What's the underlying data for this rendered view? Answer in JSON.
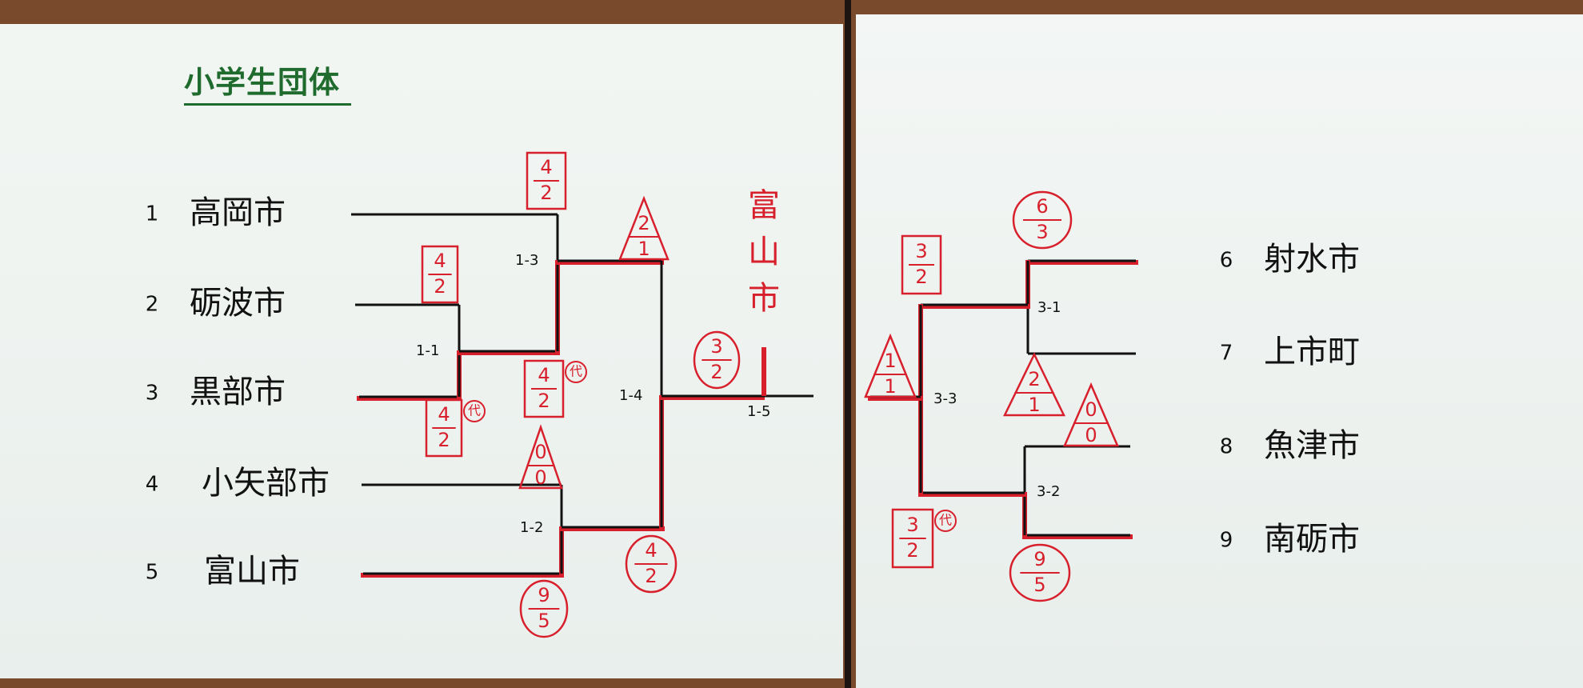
{
  "title": "小学生団体",
  "colors": {
    "line": "#111111",
    "winner_path": "#d8202c",
    "title": "#1f6b2e",
    "annotation": "#d8202c"
  },
  "left_bracket": {
    "teams": [
      {
        "seed": "1",
        "name": "高岡市"
      },
      {
        "seed": "2",
        "name": "砺波市"
      },
      {
        "seed": "3",
        "name": "黒部市"
      },
      {
        "seed": "4",
        "name": "小矢部市"
      },
      {
        "seed": "5",
        "name": "富山市"
      }
    ],
    "matches": [
      "1-1",
      "1-2",
      "1-3",
      "1-4",
      "1-5"
    ],
    "champion": "富山市"
  },
  "right_bracket": {
    "teams": [
      {
        "seed": "6",
        "name": "射水市"
      },
      {
        "seed": "7",
        "name": "上市町"
      },
      {
        "seed": "8",
        "name": "魚津市"
      },
      {
        "seed": "9",
        "name": "南砺市"
      }
    ],
    "matches": [
      "3-1",
      "3-2",
      "3-3"
    ]
  },
  "annotations": [
    {
      "shape": "box",
      "top": "4",
      "bottom": "2",
      "note": ""
    },
    {
      "shape": "triangle",
      "top": "2",
      "bottom": "1",
      "note": ""
    },
    {
      "shape": "box",
      "top": "4",
      "bottom": "2",
      "note": ""
    },
    {
      "shape": "box",
      "top": "4",
      "bottom": "2",
      "note": "代"
    },
    {
      "shape": "box",
      "top": "4",
      "bottom": "2",
      "note": "代"
    },
    {
      "shape": "triangle",
      "top": "0",
      "bottom": "0",
      "note": ""
    },
    {
      "shape": "circle",
      "top": "9",
      "bottom": "5",
      "note": ""
    },
    {
      "shape": "circle",
      "top": "4",
      "bottom": "2",
      "note": ""
    },
    {
      "shape": "circle",
      "top": "3",
      "bottom": "2",
      "note": ""
    },
    {
      "shape": "box",
      "top": "3",
      "bottom": "2",
      "note": ""
    },
    {
      "shape": "circle",
      "top": "6",
      "bottom": "3",
      "note": ""
    },
    {
      "shape": "triangle",
      "top": "1",
      "bottom": "1",
      "note": ""
    },
    {
      "shape": "triangle",
      "top": "2",
      "bottom": "1",
      "note": ""
    },
    {
      "shape": "triangle",
      "top": "0",
      "bottom": "0",
      "note": ""
    },
    {
      "shape": "box",
      "top": "3",
      "bottom": "2",
      "note": "代"
    },
    {
      "shape": "circle",
      "top": "9",
      "bottom": "5",
      "note": ""
    }
  ]
}
